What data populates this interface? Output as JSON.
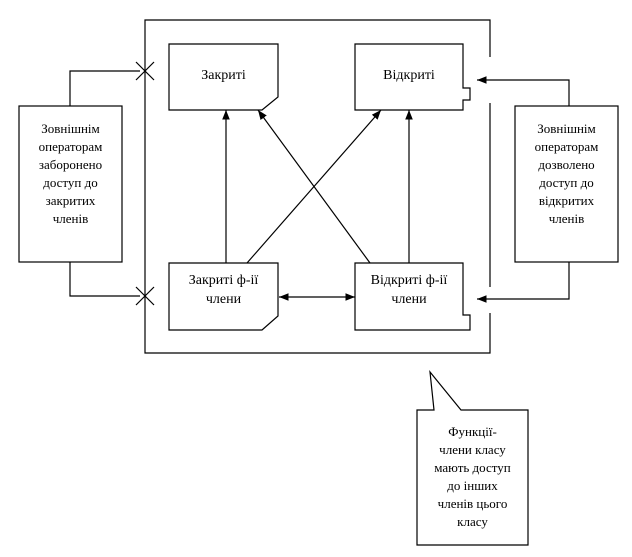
{
  "nodes": {
    "private_members": "Закриті",
    "public_members": "Відкриті",
    "private_functions": "Закриті ф-ії\nчлени",
    "public_functions": "Відкриті ф-ії\nчлени"
  },
  "notes": {
    "external_forbidden": "Зовнішнім\nоператорам\nзаборонено\nдоступ до\nзакритих\nчленів",
    "external_allowed": "Зовнішнім\nоператорам\nдозволено\nдоступ до\nвідкритих\nчленів",
    "member_functions": "Функції-\nчлени класу\nмають доступ\nдо інших\nчленів цього\nкласу"
  }
}
